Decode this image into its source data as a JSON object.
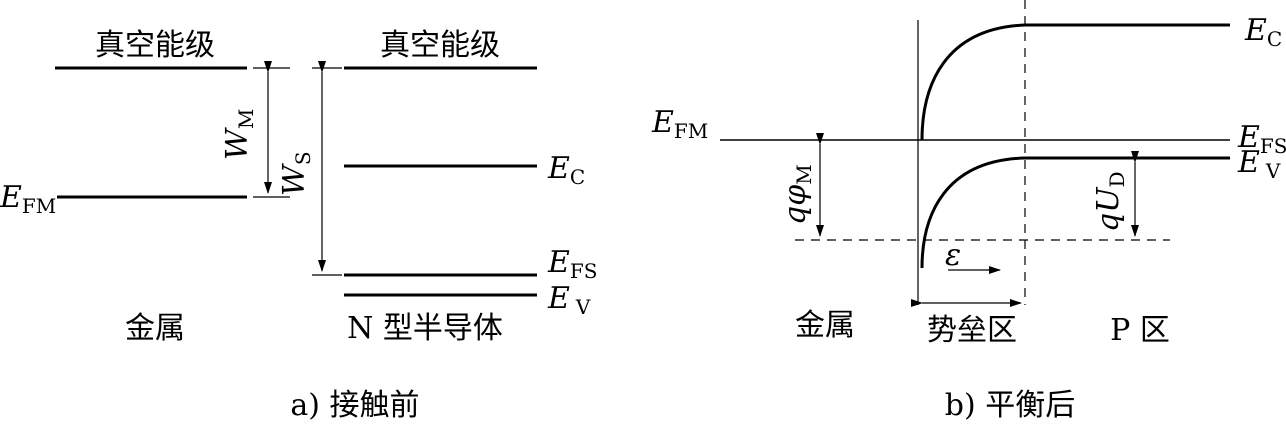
{
  "panel_a": {
    "vacuum_left": "真空能级",
    "vacuum_right": "真空能级",
    "wm": {
      "main": "W",
      "sub": "M"
    },
    "ws": {
      "main": "W",
      "sub": "S"
    },
    "efm": {
      "main": "E",
      "sub": "FM"
    },
    "ec": {
      "main": "E",
      "sub": "C"
    },
    "efs": {
      "main": "E",
      "sub": "FS"
    },
    "ev": {
      "main": "E",
      "sub": "V"
    },
    "metal": "金属",
    "semiconductor": "N 型半导体",
    "caption": "a) 接触前"
  },
  "panel_b": {
    "ec": {
      "main": "E",
      "sub": "C"
    },
    "efm": {
      "main": "E",
      "sub": "FM"
    },
    "efs": {
      "main": "E",
      "sub": "FS"
    },
    "ev": {
      "main": "E",
      "sub": "V"
    },
    "qphi": {
      "main": "qφ",
      "sub": "M"
    },
    "qud": {
      "main": "qU",
      "sub": "D"
    },
    "field": "ε",
    "metal": "金属",
    "barrier": "势垒区",
    "p_region": "P 区",
    "caption": "b) 平衡后"
  }
}
